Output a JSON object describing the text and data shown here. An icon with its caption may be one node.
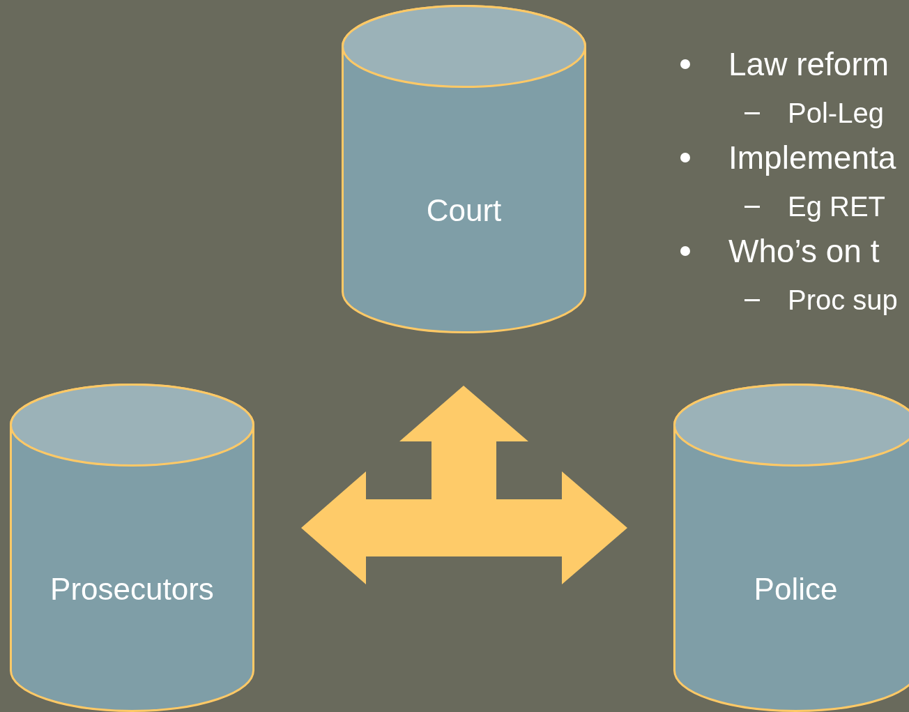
{
  "diagram": {
    "nodes": [
      {
        "text": [
          "Court"
        ]
      },
      {
        "text": [
          "Prosecutors"
        ]
      },
      {
        "text": [
          "Police"
        ]
      },
      {
        "text": [],
        "shape": "arrow"
      }
    ],
    "labels": [
      "Law reform",
      "Pol-Leg",
      "Implementa",
      "Eg RET",
      "Who’s on t",
      "Proc sup"
    ]
  }
}
